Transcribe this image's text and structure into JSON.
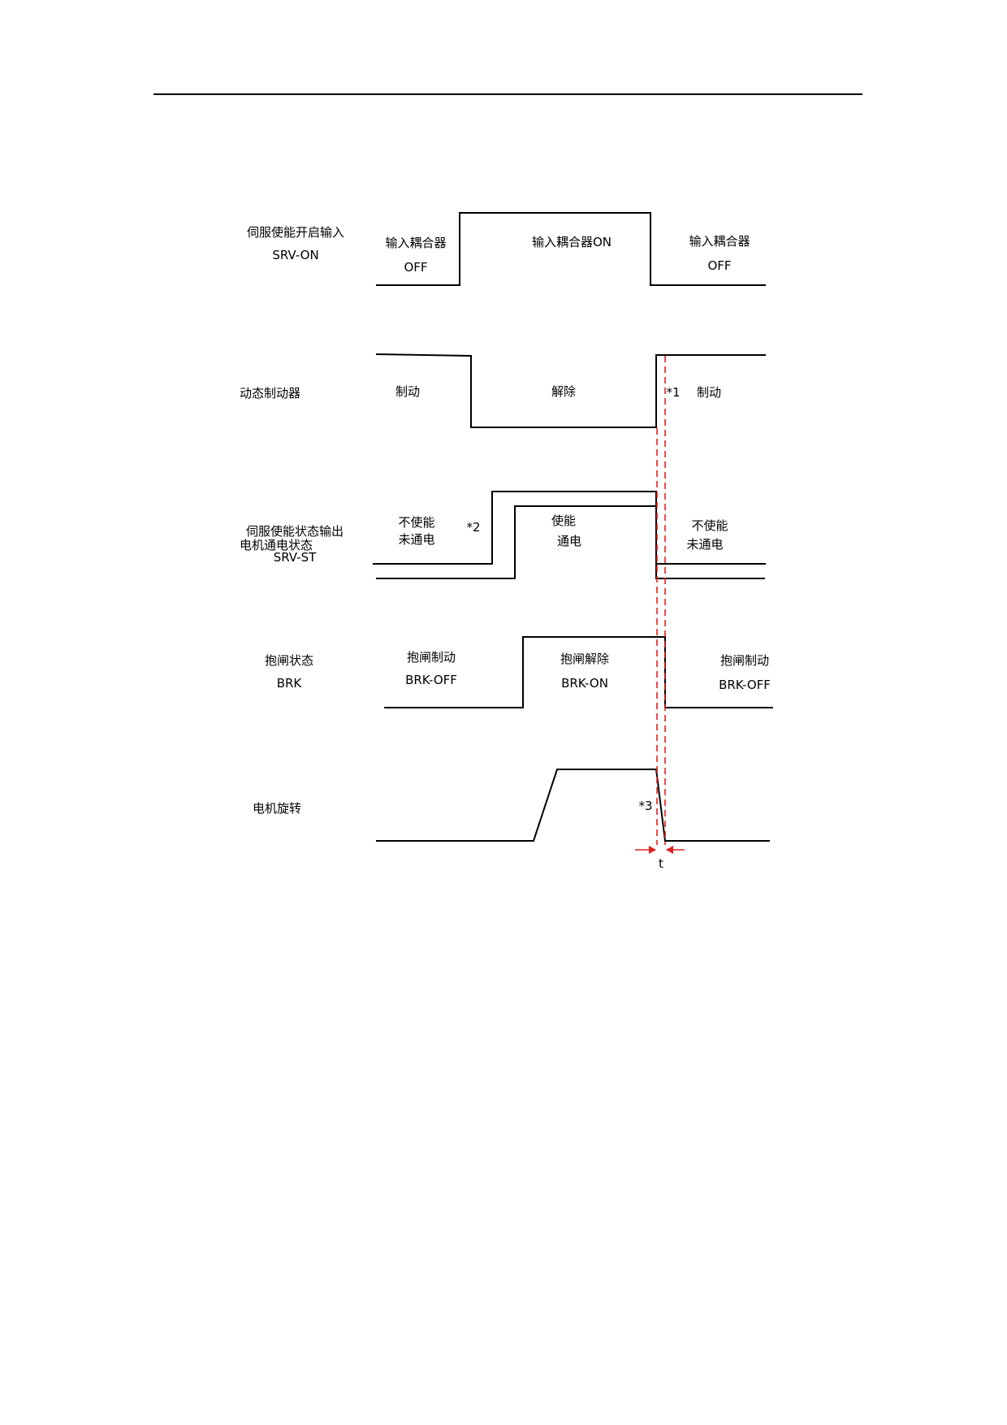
{
  "rows": [
    {
      "label": "伺服使能开启输入",
      "sublabel": "SRV-ON",
      "states": [
        {
          "text": "输入耦合器",
          "sub": "OFF"
        },
        {
          "text": "输入耦合器ON"
        },
        {
          "text": "输入耦合器",
          "sub": "OFF"
        }
      ]
    },
    {
      "label": "动态制动器",
      "states": [
        {
          "text": "制动"
        },
        {
          "text": "解除"
        },
        {
          "text": "制动"
        }
      ],
      "note": "*1"
    },
    {
      "label": "伺服使能状态输出",
      "sublabel": "SRV-ST",
      "states": [
        {
          "text": "不使能"
        },
        {
          "text": "使能"
        },
        {
          "text": "不使能"
        }
      ],
      "note": "*2"
    },
    {
      "label": "电机通电状态",
      "states": [
        {
          "text": "未通电"
        },
        {
          "text": "通电"
        },
        {
          "text": "未通电"
        }
      ]
    },
    {
      "label": "抱闸状态",
      "sublabel": "BRK",
      "states": [
        {
          "text": "抱闸制动",
          "sub": "BRK-OFF"
        },
        {
          "text": "抱闸解除",
          "sub": "BRK-ON"
        },
        {
          "text": "抱闸制动",
          "sub": "BRK-OFF"
        }
      ]
    },
    {
      "label": "电机旋转",
      "note": "*3"
    }
  ],
  "interval_label": "t",
  "colors": {
    "signal": "#000000",
    "marker": "#e02020"
  }
}
